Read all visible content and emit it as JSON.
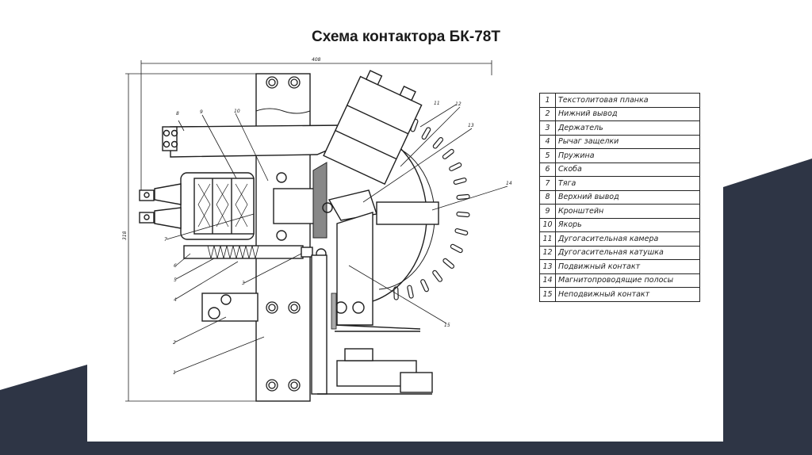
{
  "slide": {
    "title": "Схема контактора БК-78Т"
  },
  "colors": {
    "navy": "#2e3545",
    "line": "#1f1f1f"
  },
  "diagram": {
    "dimension_width": "408",
    "dimension_height": "318",
    "callouts": [
      "1",
      "2",
      "3",
      "4",
      "5",
      "6",
      "7",
      "8",
      "9",
      "10",
      "11",
      "12",
      "13",
      "14",
      "15"
    ]
  },
  "legend": [
    {
      "num": "1",
      "text": "Текстолитовая планка"
    },
    {
      "num": "2",
      "text": "Нижний вывод"
    },
    {
      "num": "3",
      "text": "Держатель"
    },
    {
      "num": "4",
      "text": "Рычаг защелки"
    },
    {
      "num": "5",
      "text": "Пружина"
    },
    {
      "num": "6",
      "text": "Скоба"
    },
    {
      "num": "7",
      "text": "Тяга"
    },
    {
      "num": "8",
      "text": "Верхний вывод"
    },
    {
      "num": "9",
      "text": "Кронштейн"
    },
    {
      "num": "10",
      "text": "Якорь"
    },
    {
      "num": "11",
      "text": "Дугогасительная камера"
    },
    {
      "num": "12",
      "text": "Дугогасительная катушка"
    },
    {
      "num": "13",
      "text": "Подвижный контакт"
    },
    {
      "num": "14",
      "text": "Магнитопроводящие полосы"
    },
    {
      "num": "15",
      "text": "Неподвижный контакт"
    }
  ]
}
